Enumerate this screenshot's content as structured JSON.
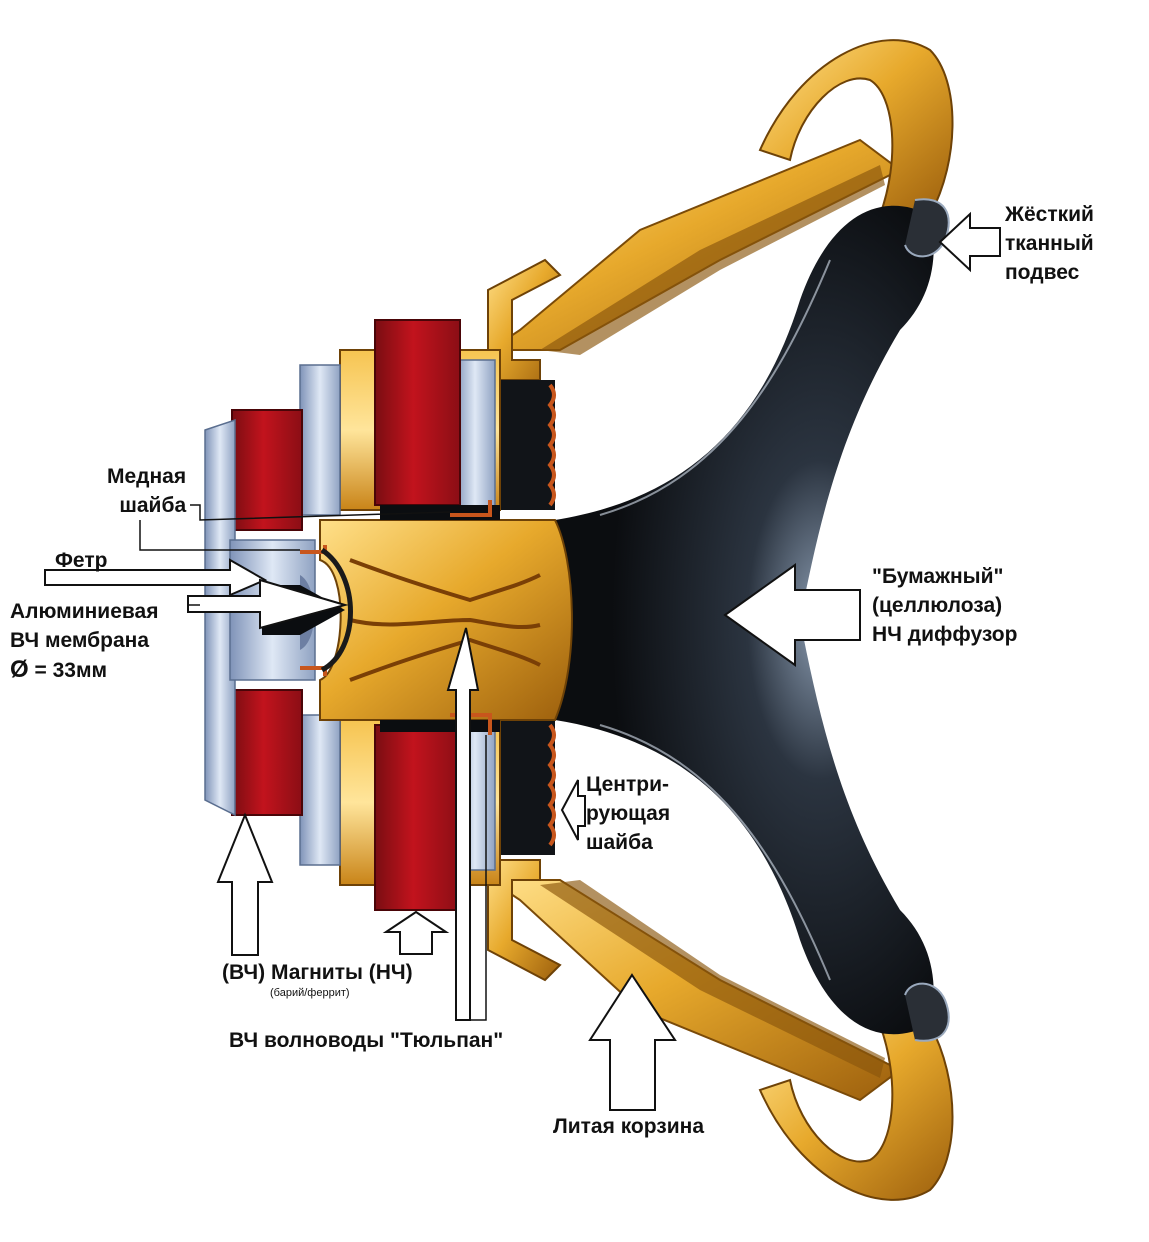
{
  "labels": {
    "suspension": [
      "Жёсткий",
      "тканный",
      "подвес"
    ],
    "copper_washer": [
      "Медная",
      "шайба"
    ],
    "felt": "Фетр",
    "hf_membrane": [
      "Алюминиевая",
      "ВЧ мембрана",
      "= 33мм"
    ],
    "diameter_symbol": "Ø",
    "cone": [
      "\"Бумажный\"",
      "(целлюлоза)",
      "НЧ диффузор"
    ],
    "spider": [
      "Центри-",
      "рующая",
      "шайба"
    ],
    "magnets": "(ВЧ) Магниты (НЧ)",
    "magnets_material": "(барий/феррит)",
    "waveguides": "ВЧ волноводы \"Тюльпан\"",
    "basket": "Литая корзина"
  },
  "colors": {
    "gold": "#e7a92c",
    "gold_dark": "#a8680f",
    "gold_light": "#ffd86b",
    "magnet_red": "#b5121b",
    "magnet_dark": "#7a0d12",
    "cone_black": "#111418",
    "cone_highlight": "#6e7f94",
    "plate_blue": "#aebed8",
    "copper": "#c8561c"
  }
}
